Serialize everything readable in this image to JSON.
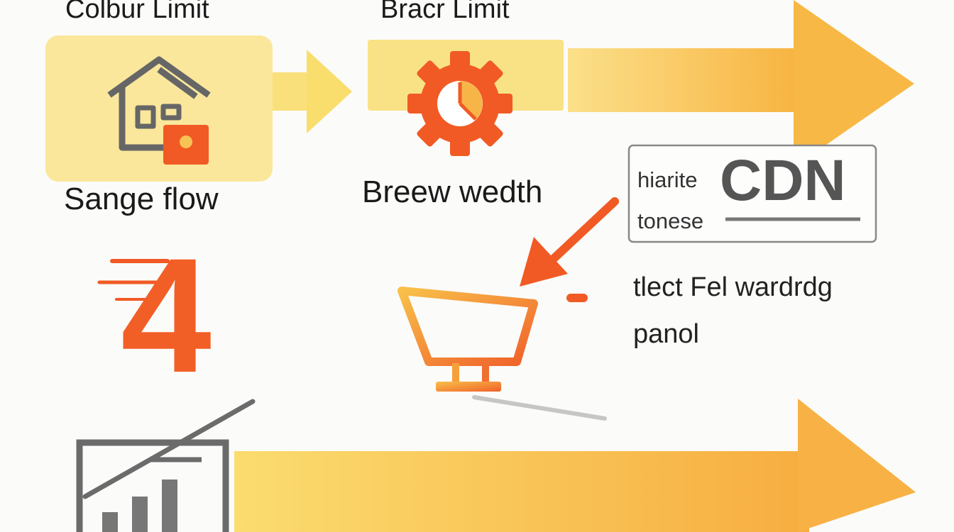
{
  "colors": {
    "yellow_light": "#fbe9a0",
    "yellow": "#f8d35b",
    "orange_light": "#f9c255",
    "orange": "#f59a32",
    "red_orange": "#f15a24",
    "gray": "#6b6b6b",
    "light_gray": "#c8c8c8"
  },
  "labels": {
    "top_left": "Colbur Limit",
    "top_middle": "Bracr Limit",
    "left_caption": "Sange flow",
    "middle_caption": "Breew wedth",
    "cdn_small_1": "hiarite",
    "cdn_small_2": "tonese",
    "cdn_big": "CDN",
    "right_text_1": "tlect Fel wardrdg",
    "right_text_2": "panol",
    "big_number": "4"
  },
  "icons": {
    "house": "house-icon",
    "gear": "gear-clock-icon",
    "cart": "cart-icon",
    "chart": "bar-chart-icon"
  }
}
